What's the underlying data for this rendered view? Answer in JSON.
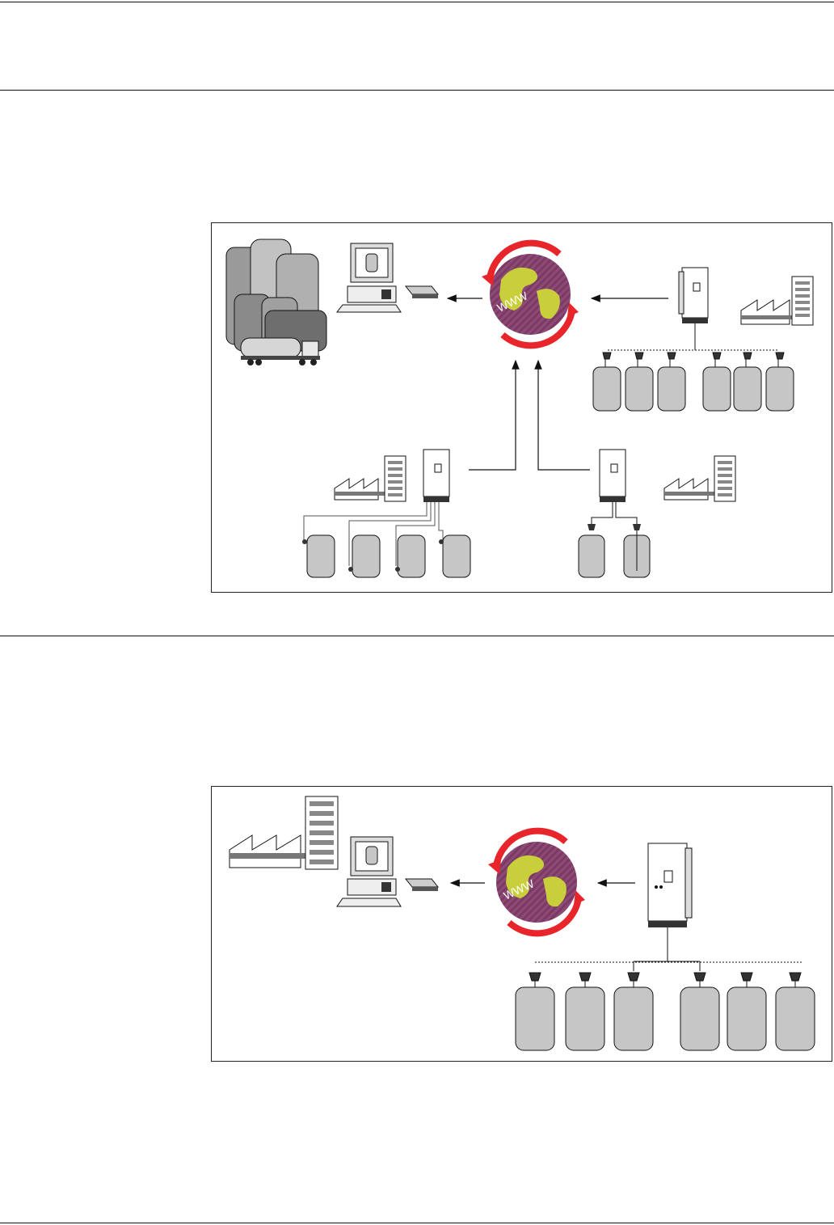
{
  "page": {},
  "figures": [
    {
      "label": "",
      "www_text": "WWW",
      "components": [
        "storage-silos",
        "tanker-truck",
        "pc-workstation",
        "modem",
        "internet-globe",
        "controller-unit",
        "factory-building",
        "level-sensors",
        "tanks"
      ]
    },
    {
      "label": "",
      "www_text": "WWW",
      "components": [
        "factory-building",
        "pc-workstation",
        "modem",
        "internet-globe",
        "controller-unit",
        "level-sensors",
        "tanks"
      ]
    }
  ],
  "colors": {
    "globe_ring": "#e8252b",
    "globe_ocean": "#7a3a63",
    "globe_land": "#c8cf3a",
    "tank_fill": "#c6c6c6",
    "silo_dark": "#6e6e6e",
    "silo_light": "#b9b9b9",
    "line": "#1a1a1a"
  }
}
